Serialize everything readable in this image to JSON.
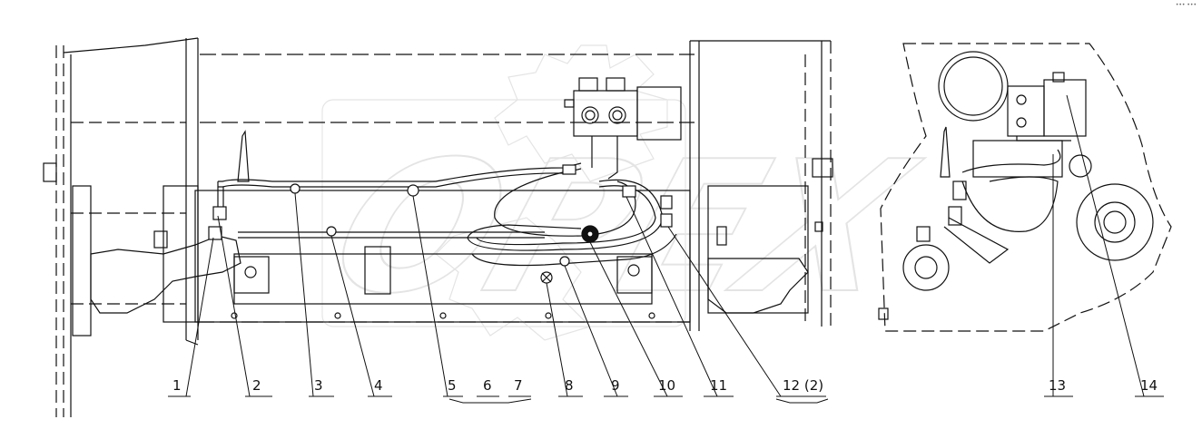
{
  "watermark": {
    "text": "OPEX",
    "color": "#d6d6d6"
  },
  "corner_mark": "••• •••",
  "colors": {
    "line": "#111111",
    "bg": "#ffffff",
    "dash": "#222222"
  },
  "callouts": [
    {
      "label": "1"
    },
    {
      "label": "2"
    },
    {
      "label": "3"
    },
    {
      "label": "4"
    },
    {
      "label": "5"
    },
    {
      "label": "6"
    },
    {
      "label": "7"
    },
    {
      "label": "8"
    },
    {
      "label": "9"
    },
    {
      "label": "10"
    },
    {
      "label": "11"
    },
    {
      "label": "12 (2)"
    },
    {
      "label": "13"
    },
    {
      "label": "14"
    }
  ]
}
